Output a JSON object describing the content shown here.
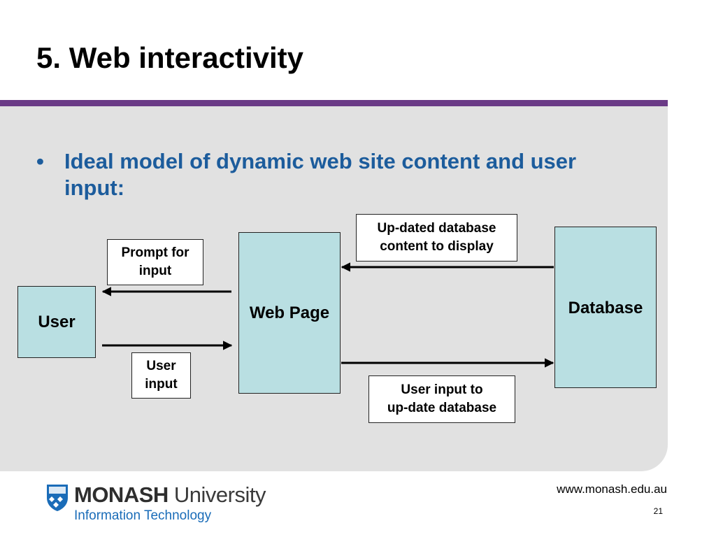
{
  "slide": {
    "title": "5.  Web interactivity",
    "bullet_symbol": "•",
    "bullet_text": "Ideal model of dynamic web site content and user input:"
  },
  "diagram": {
    "entities": {
      "user": "User",
      "web_page": "Web Page",
      "database": "Database"
    },
    "labels": {
      "prompt": "Prompt for\ninput",
      "user_input": "User\ninput",
      "updated_content": "Up-dated database\ncontent to display",
      "user_input_update": "User input to\nup-date database"
    }
  },
  "footer": {
    "logo_name_bold": "MONASH",
    "logo_name_rest": " University",
    "logo_sub": "Information Technology",
    "url": "www.monash.edu.au",
    "page_number": "21"
  },
  "colors": {
    "title_bar": "#6a3a86",
    "panel": "#e1e1e1",
    "bullet_text": "#1c5c9c",
    "entity_fill": "#b9dfe2",
    "logo_blue": "#1a6cb8"
  }
}
